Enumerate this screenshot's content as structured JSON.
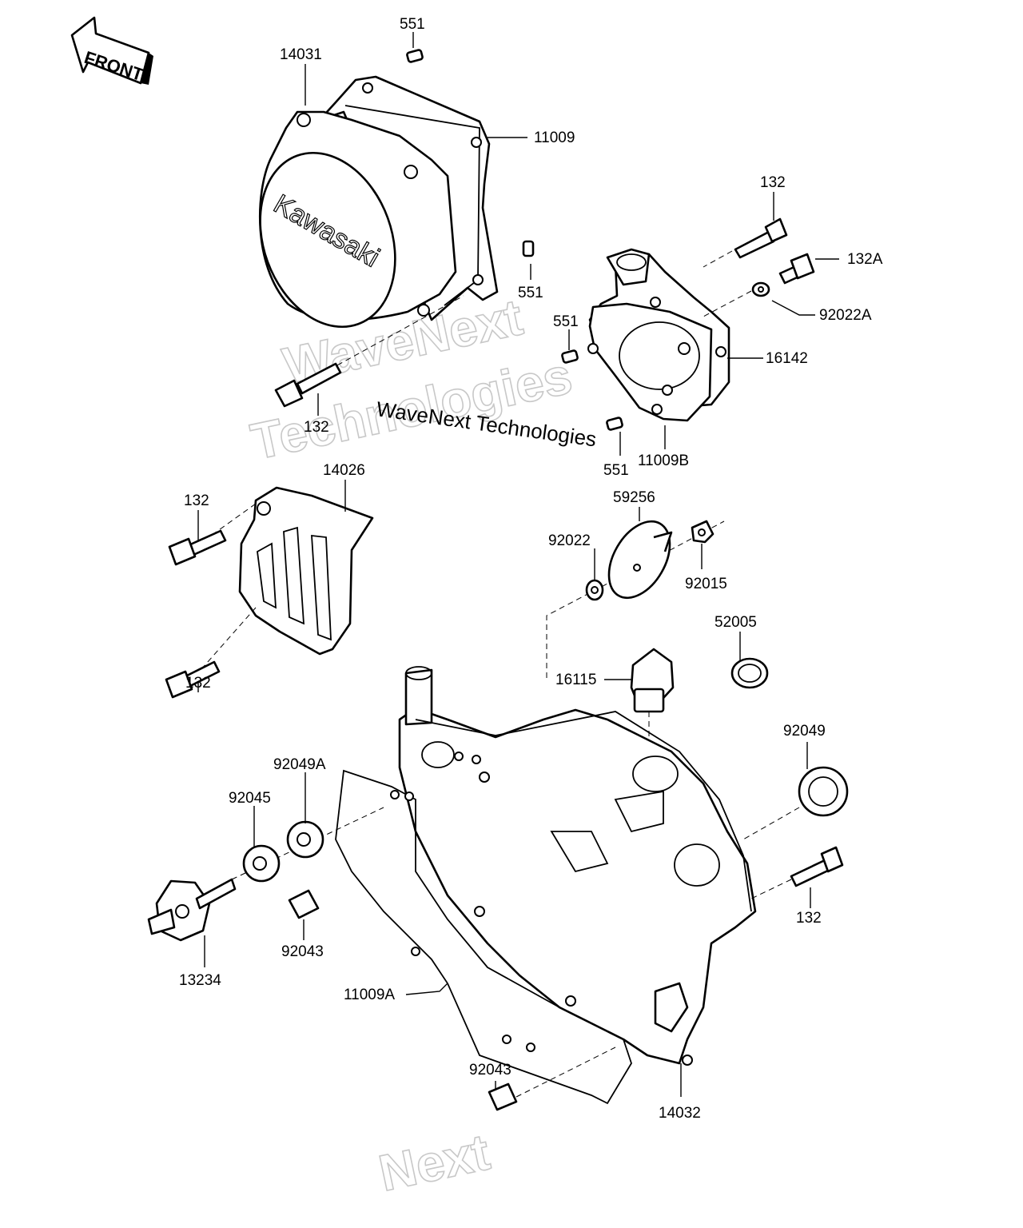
{
  "front_arrow": {
    "label": "FRONT"
  },
  "brand_on_cover": "Kawasaki",
  "watermarks": {
    "line1": "WaveNext",
    "line2": "Technologies",
    "printed": "WaveNext Technologies",
    "bottom_fragment": "Next"
  },
  "part_labels": [
    "551",
    "14031",
    "11009",
    "551",
    "132",
    "132A",
    "92022A",
    "551",
    "16142",
    "132",
    "11009B",
    "551",
    "14026",
    "59256",
    "132",
    "92022",
    "92015",
    "132",
    "52005",
    "16115",
    "92049",
    "92049A",
    "92045",
    "132",
    "92043",
    "13234",
    "11009A",
    "92043",
    "14032"
  ]
}
